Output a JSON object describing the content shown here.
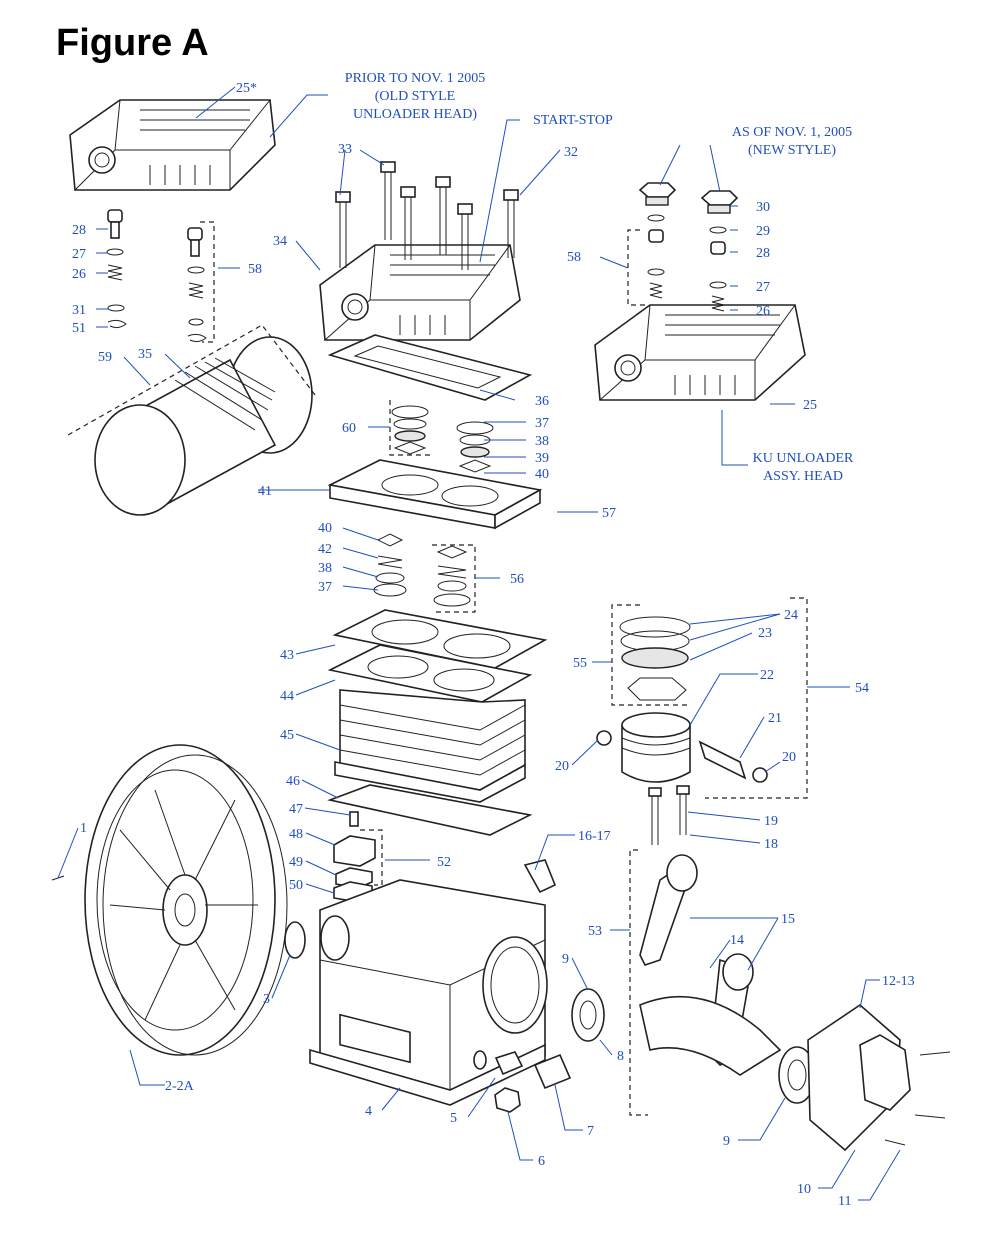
{
  "title": "Figure A",
  "notes": {
    "old_style": [
      "PRIOR TO NOV. 1 2005",
      "(OLD STYLE",
      "UNLOADER HEAD)"
    ],
    "start_stop": "START-STOP",
    "new_style": [
      "AS OF NOV. 1, 2005",
      "(NEW STYLE)"
    ],
    "ku_unloader": [
      "KU UNLOADER",
      "ASSY. HEAD"
    ]
  },
  "callouts": [
    {
      "label": "25*"
    },
    {
      "label": "33"
    },
    {
      "label": "32"
    },
    {
      "label": "30"
    },
    {
      "label": "29"
    },
    {
      "label": "28"
    },
    {
      "label": "27"
    },
    {
      "label": "26"
    },
    {
      "label": "31"
    },
    {
      "label": "51"
    },
    {
      "label": "58"
    },
    {
      "label": "34"
    },
    {
      "label": "58"
    },
    {
      "label": "28"
    },
    {
      "label": "27"
    },
    {
      "label": "26"
    },
    {
      "label": "25"
    },
    {
      "label": "59"
    },
    {
      "label": "35"
    },
    {
      "label": "36"
    },
    {
      "label": "60"
    },
    {
      "label": "37"
    },
    {
      "label": "38"
    },
    {
      "label": "39"
    },
    {
      "label": "40"
    },
    {
      "label": "41"
    },
    {
      "label": "57"
    },
    {
      "label": "40"
    },
    {
      "label": "42"
    },
    {
      "label": "38"
    },
    {
      "label": "37"
    },
    {
      "label": "56"
    },
    {
      "label": "24"
    },
    {
      "label": "23"
    },
    {
      "label": "55"
    },
    {
      "label": "54"
    },
    {
      "label": "22"
    },
    {
      "label": "43"
    },
    {
      "label": "44"
    },
    {
      "label": "21"
    },
    {
      "label": "45"
    },
    {
      "label": "20"
    },
    {
      "label": "20"
    },
    {
      "label": "46"
    },
    {
      "label": "19"
    },
    {
      "label": "47"
    },
    {
      "label": "18"
    },
    {
      "label": "1"
    },
    {
      "label": "48"
    },
    {
      "label": "16-17"
    },
    {
      "label": "52"
    },
    {
      "label": "49"
    },
    {
      "label": "15"
    },
    {
      "label": "50"
    },
    {
      "label": "53"
    },
    {
      "label": "14"
    },
    {
      "label": "9"
    },
    {
      "label": "12-13"
    },
    {
      "label": "3"
    },
    {
      "label": "8"
    },
    {
      "label": "2-2A"
    },
    {
      "label": "4"
    },
    {
      "label": "5"
    },
    {
      "label": "7"
    },
    {
      "label": "9"
    },
    {
      "label": "6"
    },
    {
      "label": "10"
    },
    {
      "label": "11"
    }
  ]
}
